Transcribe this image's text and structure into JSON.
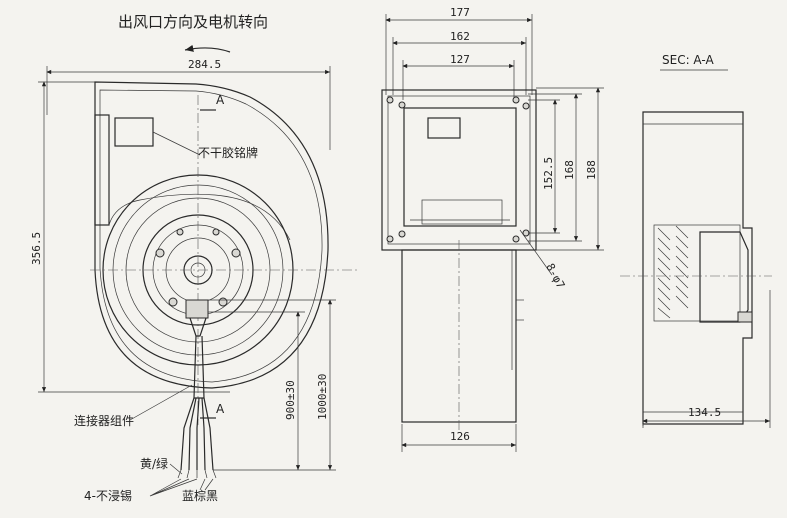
{
  "title": "出风口方向及电机转向",
  "front_view": {
    "width_dim": "284.5",
    "height_dim": "356.5",
    "section_mark": "A",
    "nameplate_label": "不干胶铭牌",
    "connector_label": "连接器组件",
    "lead_length_1": "900±30",
    "lead_length_2": "1000±30",
    "wire_label_1": "黄/绿",
    "wire_label_2": "4-不浸锡",
    "wire_label_3": "蓝棕黑"
  },
  "side_view": {
    "dim_177": "177",
    "dim_162": "162",
    "dim_127": "127",
    "dim_152_5": "152.5",
    "dim_168": "168",
    "dim_188": "188",
    "hole_spec": "8-φ7",
    "bottom_dim": "126"
  },
  "section_view": {
    "label": "SEC: A-A",
    "bottom_dim": "134.5"
  }
}
